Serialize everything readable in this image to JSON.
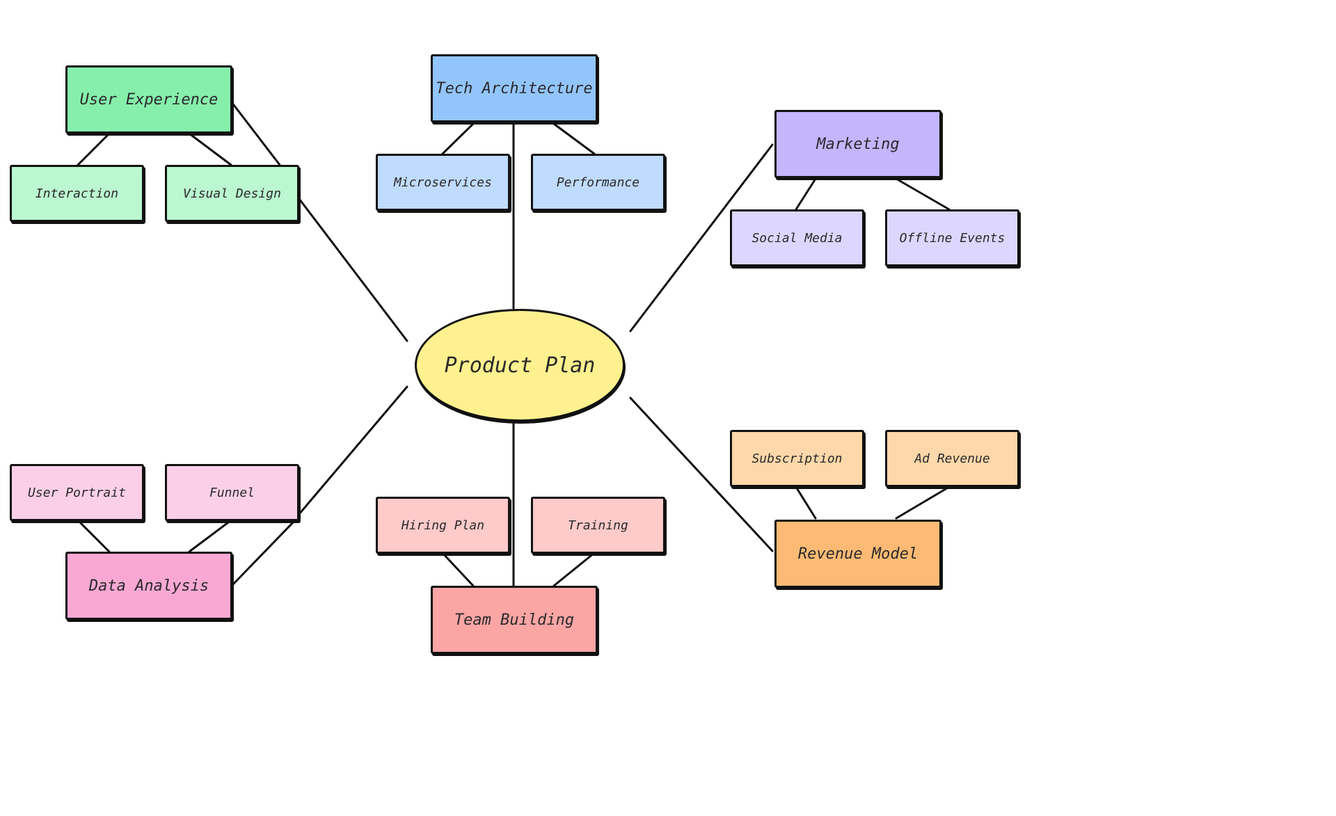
{
  "center": {
    "label": "Product Plan",
    "color": "#fff18f"
  },
  "branches": {
    "user_experience": {
      "label": "User Experience",
      "color": "#86efac",
      "child_color": "#bbf7d0",
      "children": [
        "Interaction",
        "Visual Design"
      ]
    },
    "tech_architecture": {
      "label": "Tech Architecture",
      "color": "#93c5fd",
      "child_color": "#bfdbfe",
      "children": [
        "Microservices",
        "Performance"
      ]
    },
    "marketing": {
      "label": "Marketing",
      "color": "#c4b5fd",
      "child_color": "#ddd6fe",
      "children": [
        "Social Media",
        "Offline Events"
      ]
    },
    "data_analysis": {
      "label": "Data Analysis",
      "color": "#f9a8d4",
      "child_color": "#fbcfe8",
      "children": [
        "User Portrait",
        "Funnel"
      ]
    },
    "team_building": {
      "label": "Team Building",
      "color": "#fca5a5",
      "child_color": "#fecaca",
      "children": [
        "Hiring Plan",
        "Training"
      ]
    },
    "revenue_model": {
      "label": "Revenue Model",
      "color": "#fdba74",
      "child_color": "#fed7aa",
      "children": [
        "Subscription",
        "Ad Revenue"
      ]
    }
  }
}
